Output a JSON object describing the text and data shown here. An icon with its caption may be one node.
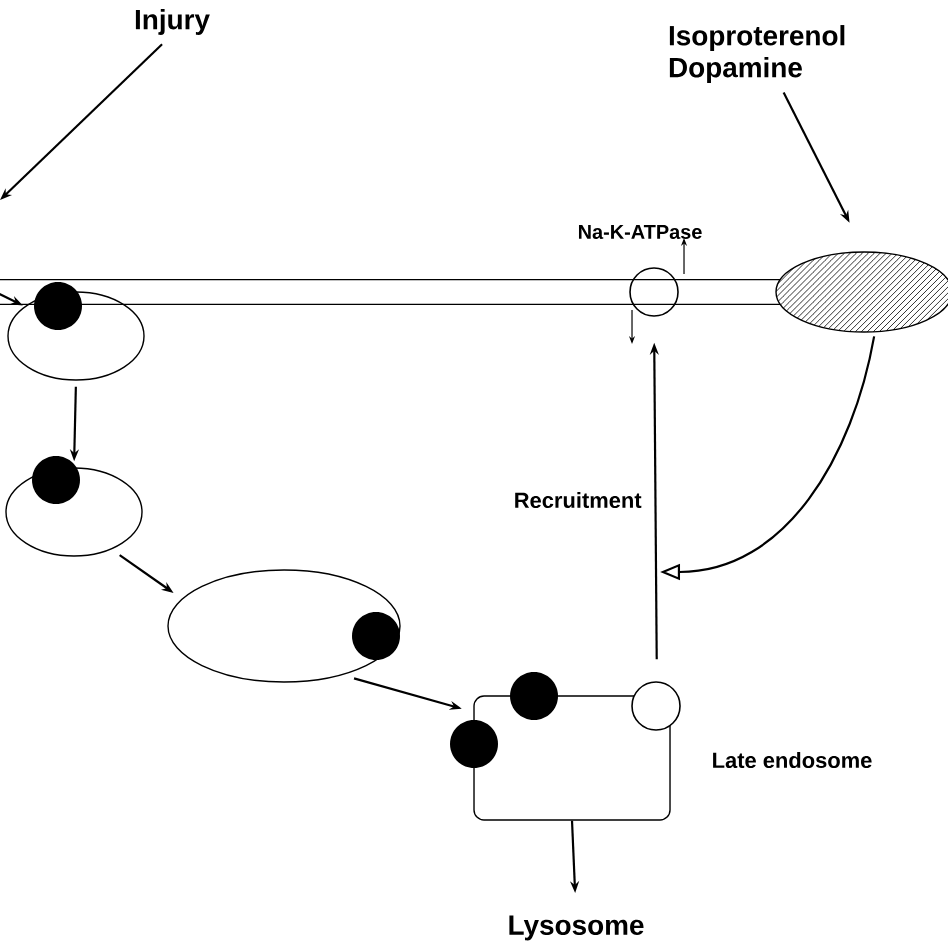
{
  "diagram": {
    "nodes": [
      {
        "text": [
          "Injury"
        ]
      },
      {
        "text": [
          "Isoproterenol Dopamine"
        ]
      },
      {
        "text": [],
        "shape": "ellipse"
      },
      {
        "text": [],
        "shape": "circle",
        "beside": [
          "Na-K-ATPase"
        ]
      },
      {
        "text": [],
        "shape": "ellipse"
      },
      {
        "text": [],
        "shape": "ellipse"
      },
      {
        "text": [],
        "shape": "ellipse"
      },
      {
        "text": [],
        "shape": "box",
        "beside": [
          "Late endosome"
        ]
      },
      {
        "text": [
          "Lysosome"
        ]
      },
      {
        "text": [],
        "shape": "band"
      }
    ],
    "edges": [
      {
        "from": 0,
        "to": null,
        "arrow": "to"
      },
      {
        "from": 1,
        "to": 2,
        "arrow": "to"
      },
      {
        "from": 9,
        "to": 4,
        "arrow": "to"
      },
      {
        "from": 4,
        "to": 5,
        "arrow": "to"
      },
      {
        "from": 5,
        "to": 6,
        "arrow": "to"
      },
      {
        "from": 6,
        "to": 7,
        "arrow": "to"
      },
      {
        "from": 7,
        "to": 8,
        "arrow": "to"
      },
      {
        "from": 7,
        "to": 3,
        "arrow": "to",
        "label": "Recruitment"
      },
      {
        "from": 2,
        "to": null,
        "arrow": "to"
      }
    ]
  }
}
